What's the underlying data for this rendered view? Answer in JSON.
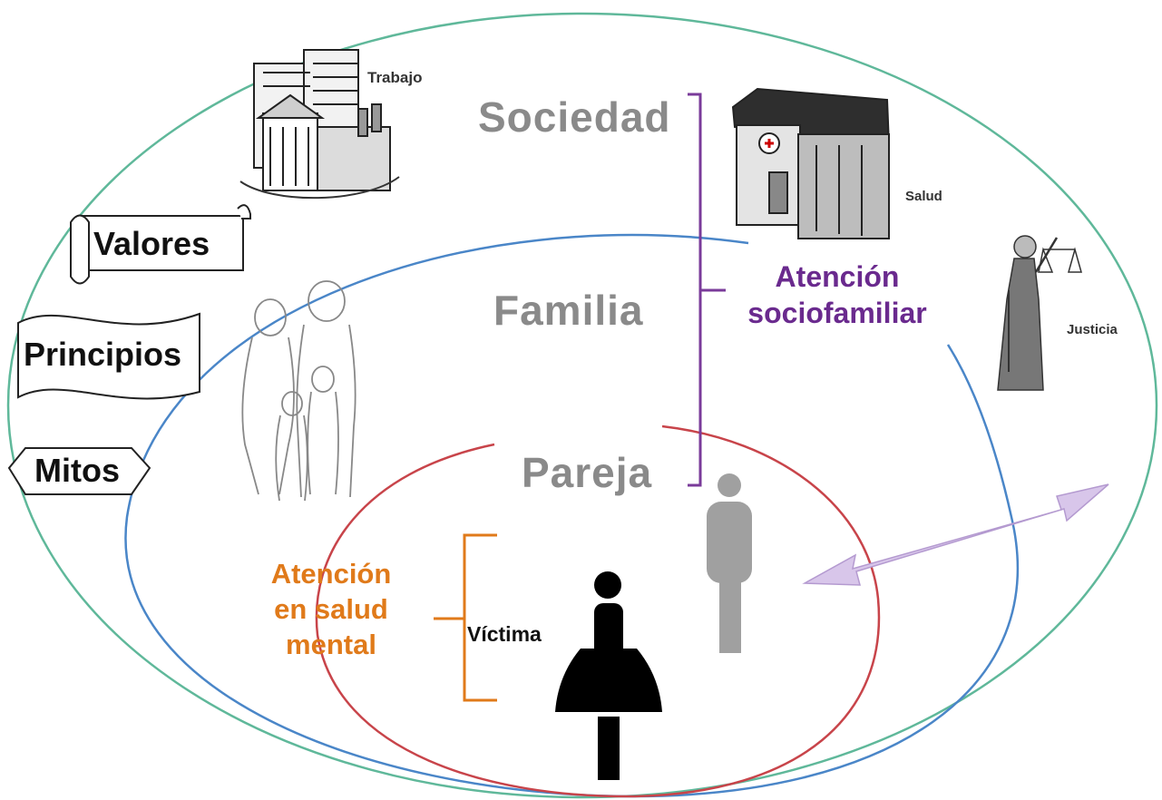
{
  "rings": {
    "sociedad": "Sociedad",
    "familia": "Familia",
    "pareja": "Pareja"
  },
  "values": {
    "valores": "Valores",
    "principios": "Principios",
    "mitos": "Mitos"
  },
  "institutions": {
    "trabajo": "Trabajo",
    "salud": "Salud",
    "justicia": "Justicia"
  },
  "care": {
    "sociofamiliar": [
      "Atención",
      "sociofamiliar"
    ],
    "salud_mental": [
      "Atención",
      "en salud",
      "mental"
    ]
  },
  "victim_label": "Víctima",
  "colors": {
    "outer_ring": "#5fb89a",
    "middle_ring": "#4a86c8",
    "inner_ring": "#c8444a",
    "sociofamiliar_bracket": "#7a3b9a",
    "salud_mental_bracket": "#e07a1a",
    "arrow": "#d8c6ea",
    "ring_label": "#8a8a8a"
  }
}
